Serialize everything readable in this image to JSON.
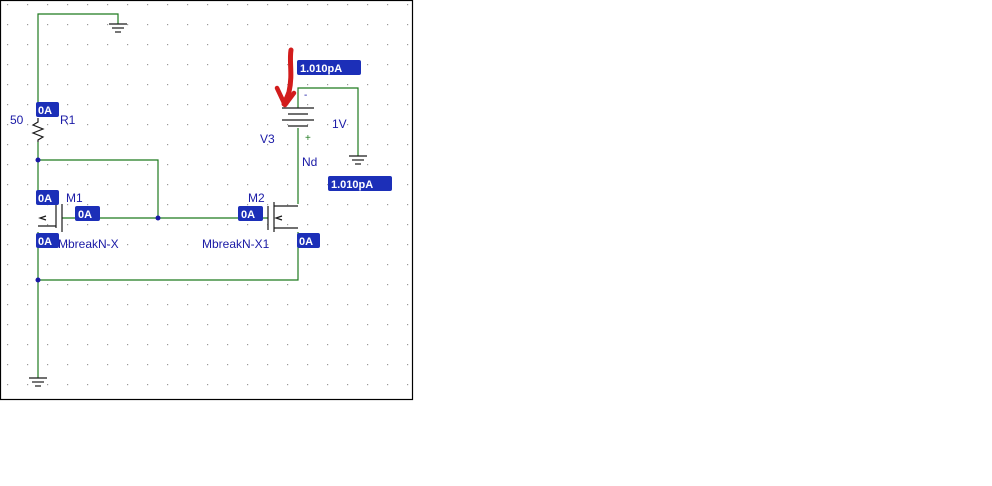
{
  "components": {
    "r1": {
      "ref": "R1",
      "value": "50"
    },
    "m1": {
      "ref": "M1",
      "model": "MbreakN-X"
    },
    "m2": {
      "ref": "M2",
      "model": "MbreakN-X1"
    },
    "v3": {
      "ref": "V3",
      "value": "1V",
      "minus": "-",
      "plus": "+"
    },
    "net_nd": "Nd"
  },
  "current_tags": {
    "r1_top": "0A",
    "m1_drain": "0A",
    "m1_gate": "0A",
    "m1_source": "0A",
    "m2_gate": "0A",
    "m2_source": "0A",
    "v3_top": "1.010pA",
    "v3_gnd": "1.010pA"
  },
  "colors": {
    "wire": "#1f7a1f",
    "tag": "#1c2fb8",
    "label": "#1a1aa6",
    "annotation": "#d21c1c"
  }
}
